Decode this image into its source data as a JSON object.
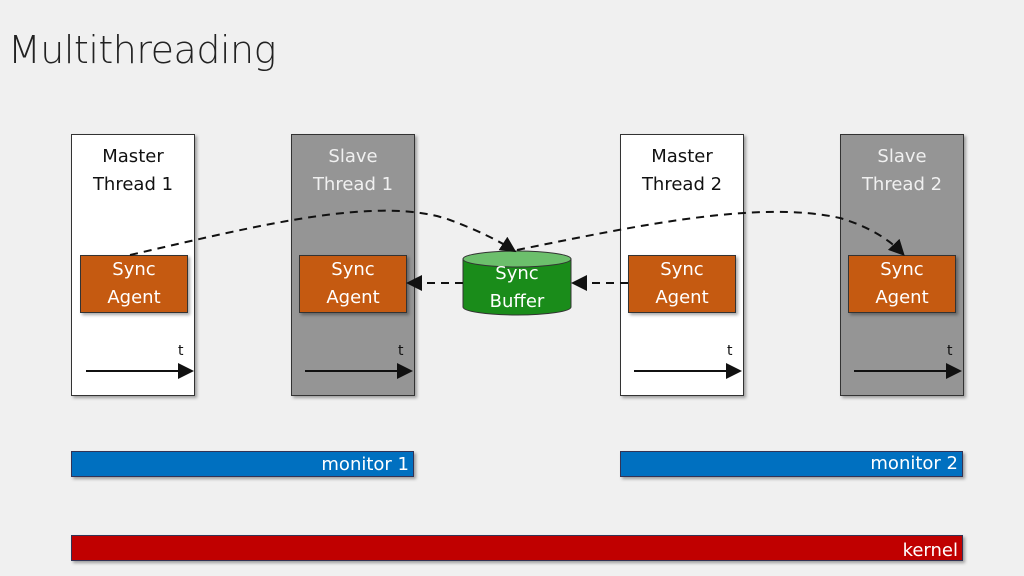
{
  "title": "Multithreading",
  "threads": [
    {
      "label_line1": "Master",
      "label_line2": "Thread 1",
      "kind": "master"
    },
    {
      "label_line1": "Slave",
      "label_line2": "Thread 1",
      "kind": "slave"
    },
    {
      "label_line1": "Master",
      "label_line2": "Thread 2",
      "kind": "master"
    },
    {
      "label_line1": "Slave",
      "label_line2": "Thread 2",
      "kind": "slave"
    }
  ],
  "agent": {
    "line1": "Sync",
    "line2": "Agent"
  },
  "buffer": {
    "line1": "Sync",
    "line2": "Buffer"
  },
  "time_label": "t",
  "monitors": [
    "monitor 1",
    "monitor 2"
  ],
  "kernel": "kernel",
  "colors": {
    "agent": "#c55a11",
    "buffer": "#1a8c1a",
    "monitor": "#0070c0",
    "kernel": "#c00000",
    "slave": "#959595"
  }
}
